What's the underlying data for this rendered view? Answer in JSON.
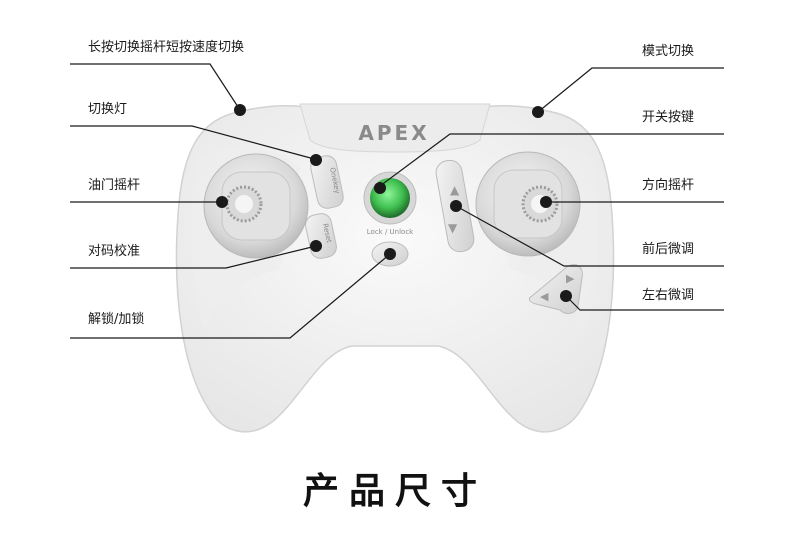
{
  "brand": "APEX",
  "buttons": {
    "one_key": "Onekey",
    "reset": "Reset",
    "lock_unlock": "Lock / Unlock"
  },
  "callouts_left": [
    "长按切换摇杆短按速度切换",
    "切换灯",
    "油门摇杆",
    "对码校准",
    "解锁/加锁"
  ],
  "callouts_right": [
    "模式切换",
    "开关按键",
    "方向摇杆",
    "前后微调",
    "左右微调"
  ],
  "title": "产品尺寸",
  "colors": {
    "body": "#f2f2f2",
    "line": "#1a1a1a",
    "power_led": "#3fbf4f"
  }
}
